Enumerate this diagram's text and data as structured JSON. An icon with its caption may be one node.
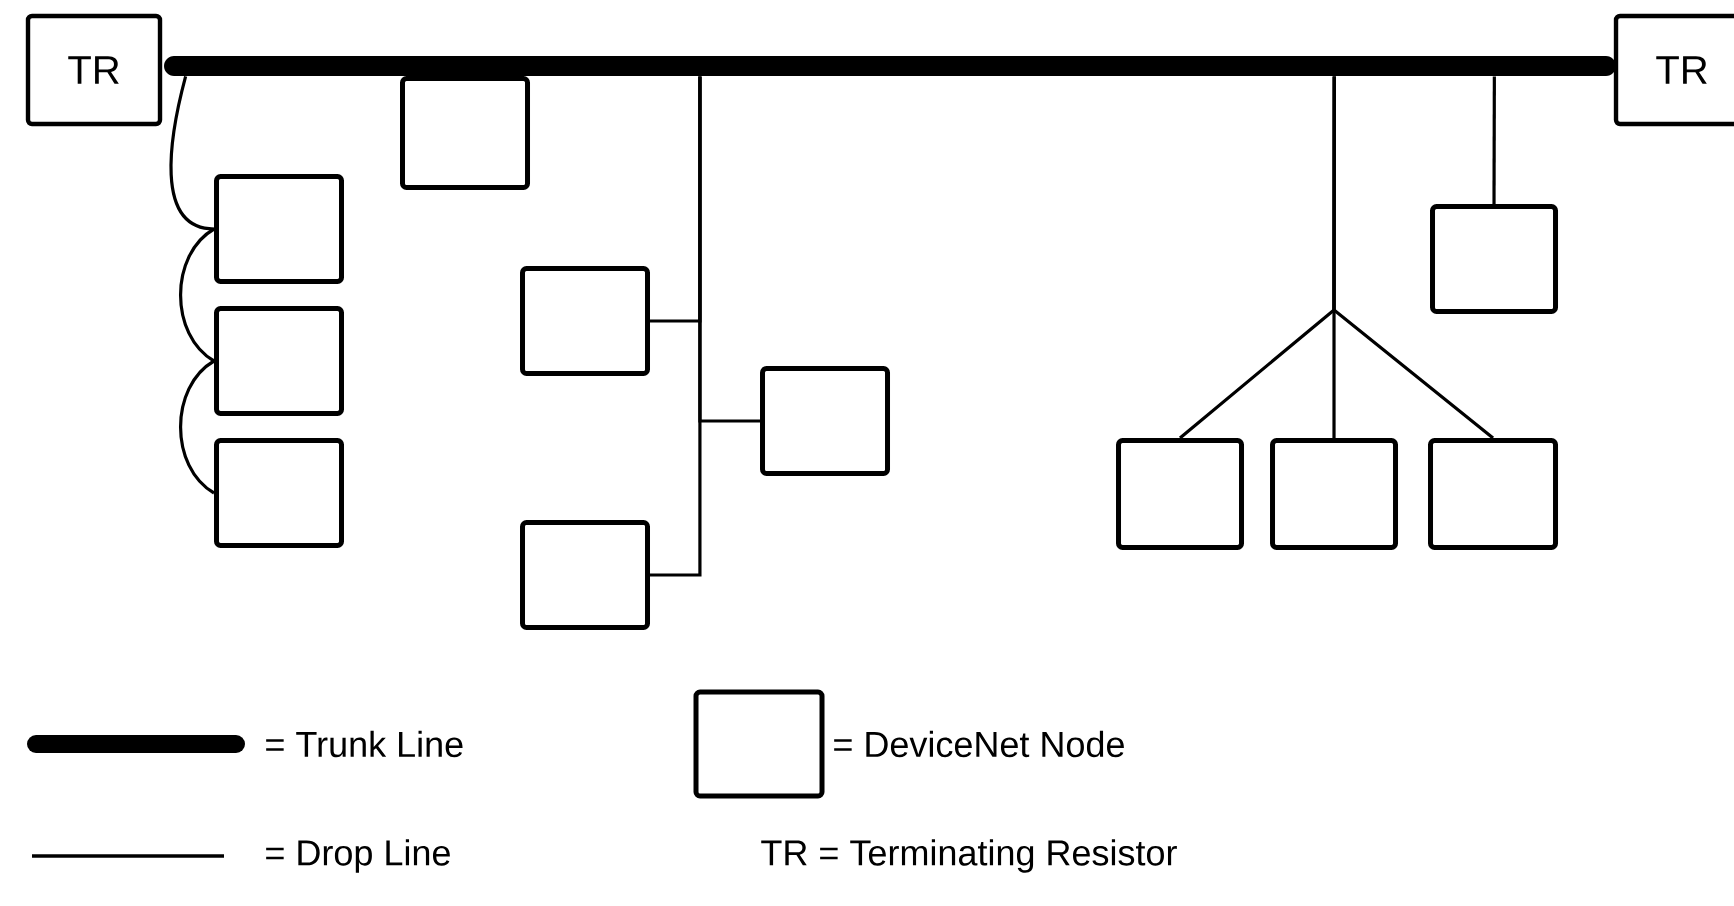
{
  "diagram": {
    "nodes": [
      {
        "text": [
          "TR"
        ]
      },
      {
        "text": [],
        "shape": "bar"
      },
      {
        "text": [
          "TR"
        ]
      },
      {
        "text": [],
        "shape": "box"
      },
      {
        "text": [],
        "shape": "box"
      },
      {
        "text": [],
        "shape": "box"
      },
      {
        "text": [],
        "shape": "box"
      },
      {
        "text": [],
        "shape": "box"
      },
      {
        "text": [],
        "shape": "box"
      },
      {
        "text": [],
        "shape": "box"
      },
      {
        "text": [],
        "shape": "box"
      },
      {
        "text": [],
        "shape": "box"
      },
      {
        "text": [],
        "shape": "box"
      },
      {
        "text": [],
        "shape": "box"
      }
    ],
    "edges": [
      {
        "from": 1,
        "to": 4,
        "arrow": "none"
      },
      {
        "from": 4,
        "to": 5,
        "arrow": "none"
      },
      {
        "from": 5,
        "to": 6,
        "arrow": "none"
      },
      {
        "from": 1,
        "to": 7,
        "arrow": "none"
      },
      {
        "from": 1,
        "to": 8,
        "arrow": "none"
      },
      {
        "from": 1,
        "to": 9,
        "arrow": "none"
      },
      {
        "from": 1,
        "to": 10,
        "arrow": "none"
      },
      {
        "from": 1,
        "to": 11,
        "arrow": "none"
      },
      {
        "from": 1,
        "to": 12,
        "arrow": "none"
      },
      {
        "from": 1,
        "to": 13,
        "arrow": "none"
      }
    ],
    "legend": [
      {
        "text": "= Trunk Line"
      },
      {
        "text": "= DeviceNet Node"
      },
      {
        "text": "= Drop Line"
      },
      {
        "text": "TR = Terminating Resistor"
      }
    ]
  }
}
